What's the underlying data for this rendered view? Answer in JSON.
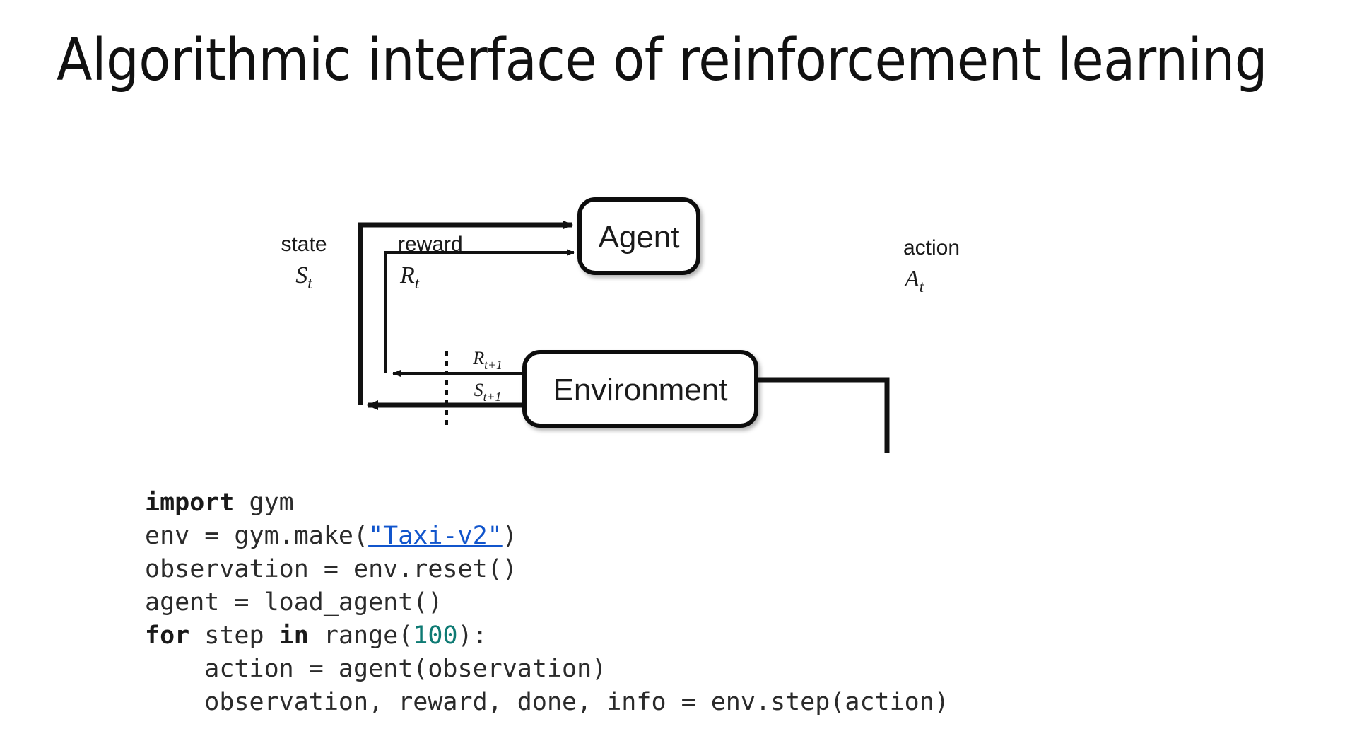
{
  "slide": {
    "title": "Algorithmic interface of reinforcement learning"
  },
  "diagram": {
    "name": "agent-environment-loop",
    "nodes": {
      "agent": "Agent",
      "environment": "Environment"
    },
    "edge_labels": {
      "state": "state",
      "state_symbol_base": "S",
      "state_symbol_sub": "t",
      "reward": "reward",
      "reward_symbol_base": "R",
      "reward_symbol_sub": "t",
      "action": "action",
      "action_symbol_base": "A",
      "action_symbol_sub": "t",
      "reward_next_base": "R",
      "reward_next_sub": "t+1",
      "state_next_base": "S",
      "state_next_sub": "t+1"
    },
    "colors": {
      "stroke": "#1a1a1a",
      "box_fill": "#ffffff"
    }
  },
  "code": {
    "language": "python",
    "link_color": "#1155cc",
    "number_color": "#0e7a73",
    "lines": [
      {
        "id": "line-1",
        "tokens": [
          {
            "text": "import",
            "style": "kw"
          },
          {
            "text": " gym",
            "style": "plain"
          }
        ]
      },
      {
        "id": "line-2",
        "tokens": [
          {
            "text": "env = gym.make(",
            "style": "plain"
          },
          {
            "text": "\"Taxi-v2\"",
            "style": "link"
          },
          {
            "text": ")",
            "style": "plain"
          }
        ]
      },
      {
        "id": "line-3",
        "tokens": [
          {
            "text": "observation = env.reset()",
            "style": "plain"
          }
        ]
      },
      {
        "id": "line-4",
        "tokens": [
          {
            "text": "agent = load_agent()",
            "style": "plain"
          }
        ]
      },
      {
        "id": "line-5",
        "tokens": [
          {
            "text": "for",
            "style": "kw"
          },
          {
            "text": " step ",
            "style": "plain"
          },
          {
            "text": "in",
            "style": "kw"
          },
          {
            "text": " range(",
            "style": "plain"
          },
          {
            "text": "100",
            "style": "num"
          },
          {
            "text": "):",
            "style": "plain"
          }
        ]
      },
      {
        "id": "line-6",
        "tokens": [
          {
            "text": "    action = agent(observation)",
            "style": "plain"
          }
        ]
      },
      {
        "id": "line-7",
        "tokens": [
          {
            "text": "    observation, reward, done, info = env.step(action)",
            "style": "plain"
          }
        ]
      }
    ]
  }
}
